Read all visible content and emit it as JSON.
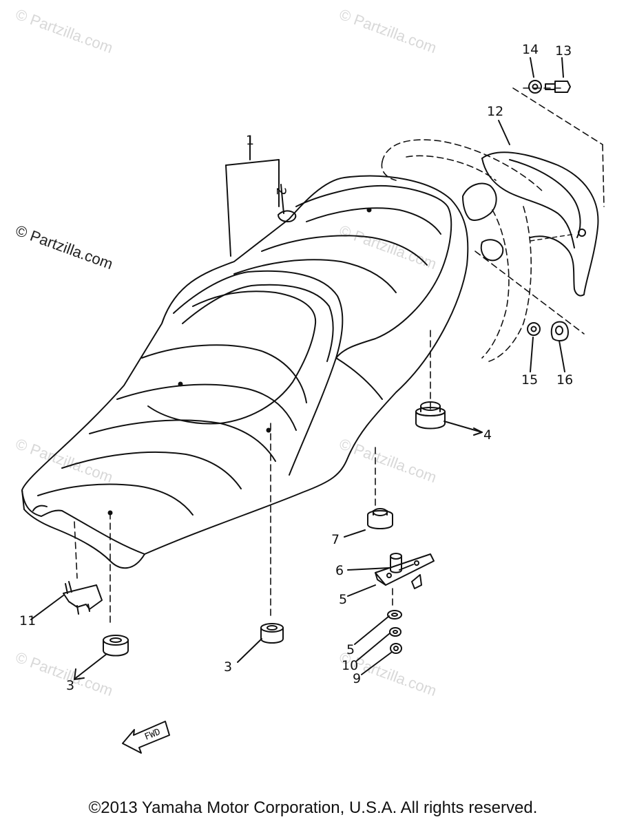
{
  "watermark": {
    "faint": "© Partzilla.com",
    "strong": "© Partzilla.com"
  },
  "callouts": {
    "c1": "1",
    "c2": "2",
    "c3a": "3",
    "c3b": "3",
    "c4": "4",
    "c5a": "5",
    "c5b": "5",
    "c6": "6",
    "c7": "7",
    "c9": "9",
    "c10": "10",
    "c11": "11",
    "c12": "12",
    "c13": "13",
    "c14": "14",
    "c15": "15",
    "c16": "16"
  },
  "fwd_label": "FWD",
  "copyright": "©2013  Yamaha Motor Corporation, U.S.A. All rights reserved."
}
